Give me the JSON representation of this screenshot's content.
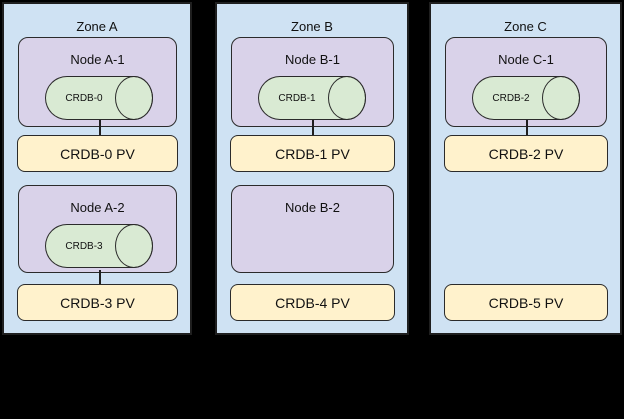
{
  "diagram": {
    "background": "#000000",
    "colors": {
      "zone_fill": "#cfe2f3",
      "node_fill": "#d9d2e9",
      "cylinder_fill": "#d9ead3",
      "pv_fill": "#fff2cc",
      "border": "#1f1f1f"
    },
    "zones": [
      {
        "title": "Zone A",
        "groups": [
          {
            "node_title": "Node A-1",
            "cylinder_label": "CRDB-0",
            "pv_label": "CRDB-0 PV",
            "connected": true
          },
          {
            "node_title": "Node A-2",
            "cylinder_label": "CRDB-3",
            "pv_label": "CRDB-3 PV",
            "connected": true
          }
        ]
      },
      {
        "title": "Zone B",
        "groups": [
          {
            "node_title": "Node B-1",
            "cylinder_label": "CRDB-1",
            "pv_label": "CRDB-1 PV",
            "connected": true
          },
          {
            "node_title": "Node B-2",
            "cylinder_label": null,
            "pv_label": "CRDB-4 PV",
            "connected": false
          }
        ]
      },
      {
        "title": "Zone C",
        "groups": [
          {
            "node_title": "Node C-1",
            "cylinder_label": "CRDB-2",
            "pv_label": "CRDB-2 PV",
            "connected": true
          },
          {
            "node_title": null,
            "cylinder_label": null,
            "pv_label": "CRDB-5 PV",
            "connected": false
          }
        ]
      }
    ]
  }
}
